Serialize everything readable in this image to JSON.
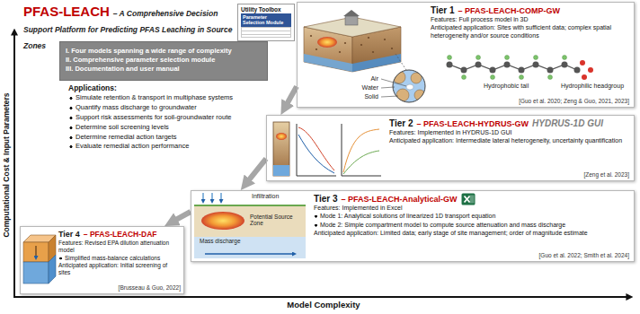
{
  "diagram": {
    "title": "PFAS-LEACH",
    "nodes": [
      {
        "text": [
          "I. Four models spanning a wide range of complexity",
          "II. Comprehensive parameter selection module",
          "III. Documentation and user manual"
        ]
      },
      {
        "text": [
          "Utility Toolbox",
          "Parameter Selection Module"
        ]
      },
      {
        "text": [
          "Tier 1",
          "– PFAS-LEACH-COMP-GW",
          "Features: Full process model in 3D",
          "Anticipated application: Sites with sufficient data; complex spatial heterogeneity and/or source conditions",
          "[Guo et al. 2020; Zeng & Guo, 2021, 2023]"
        ]
      },
      {
        "text": [
          "Tier 2",
          "– PFAS-LEACH-HYDRUS-GW",
          "HYDRUS-1D GUI",
          "Features: Implemented in HYDRUS-1D GUI",
          "Anticipated application: Intermediate lateral heterogeneity, uncertainty quantification",
          "[Zeng et al. 2023]"
        ]
      },
      {
        "text": [
          "Tier 3",
          "– PFAS-LEACH-Analytical-GW",
          "Features: Implemented in Excel",
          "Mode 1: Analytical solutions of linearized 1D transport equation",
          "Mode 2: Simple compartment model to compute source attenuation and mass discharge",
          "Anticipated application: Limited data; early stage of site management; order of magnitude estimate",
          "[Guo et al. 2022; Smith et al. 2024]"
        ]
      },
      {
        "text": [
          "Tier 4",
          "– PFAS-LEACH-DAF",
          "Features: Revised EPA dilution attenuation model",
          "Simplified mass-balance calculations",
          "Anticipated application: Initial screening of sites",
          "[Brusseau & Guo, 2022]"
        ]
      }
    ],
    "edges": [
      {
        "from": 2,
        "to": 3,
        "arrow": "to"
      },
      {
        "from": 3,
        "to": 4,
        "arrow": "to"
      },
      {
        "from": 4,
        "to": 5,
        "arrow": "to"
      }
    ],
    "labels": [
      "– A Comprehensive Decision Support Platform for Predicting PFAS Leaching in Source Zones",
      "Applications:",
      "Simulate retention & transport in multiphase systems",
      "Quantify mass discharge to groundwater",
      "Support risk assessments for soil-groundwater route",
      "Determine soil screening levels",
      "Determine remedial action targets",
      "Evaluate remedial action performance",
      "Computational Cost & Input Parameters",
      "Model Complexity",
      "Air",
      "Water",
      "Solid",
      "Hydrophobic tail",
      "Hydrophilic headgroup",
      "Infiltration",
      "Potential Source Zone",
      "Mass discharge"
    ]
  }
}
